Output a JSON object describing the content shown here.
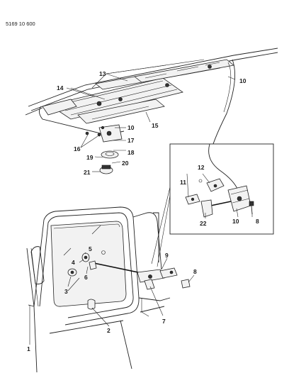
{
  "doc_code": "5169 10 600",
  "callouts": {
    "c1": "1",
    "c2": "2",
    "c3": "3",
    "c4": "4",
    "c5": "5",
    "c6": "6",
    "c7": "7",
    "c8a": "8",
    "c8b": "8",
    "c9": "9",
    "c10a": "10",
    "c10b": "10",
    "c10c": "10",
    "c11": "11",
    "c12": "12",
    "c13": "13",
    "c14": "14",
    "c15": "15",
    "c16": "16",
    "c17": "17",
    "c18": "18",
    "c19": "19",
    "c20": "20",
    "c21": "21",
    "c22": "22"
  }
}
